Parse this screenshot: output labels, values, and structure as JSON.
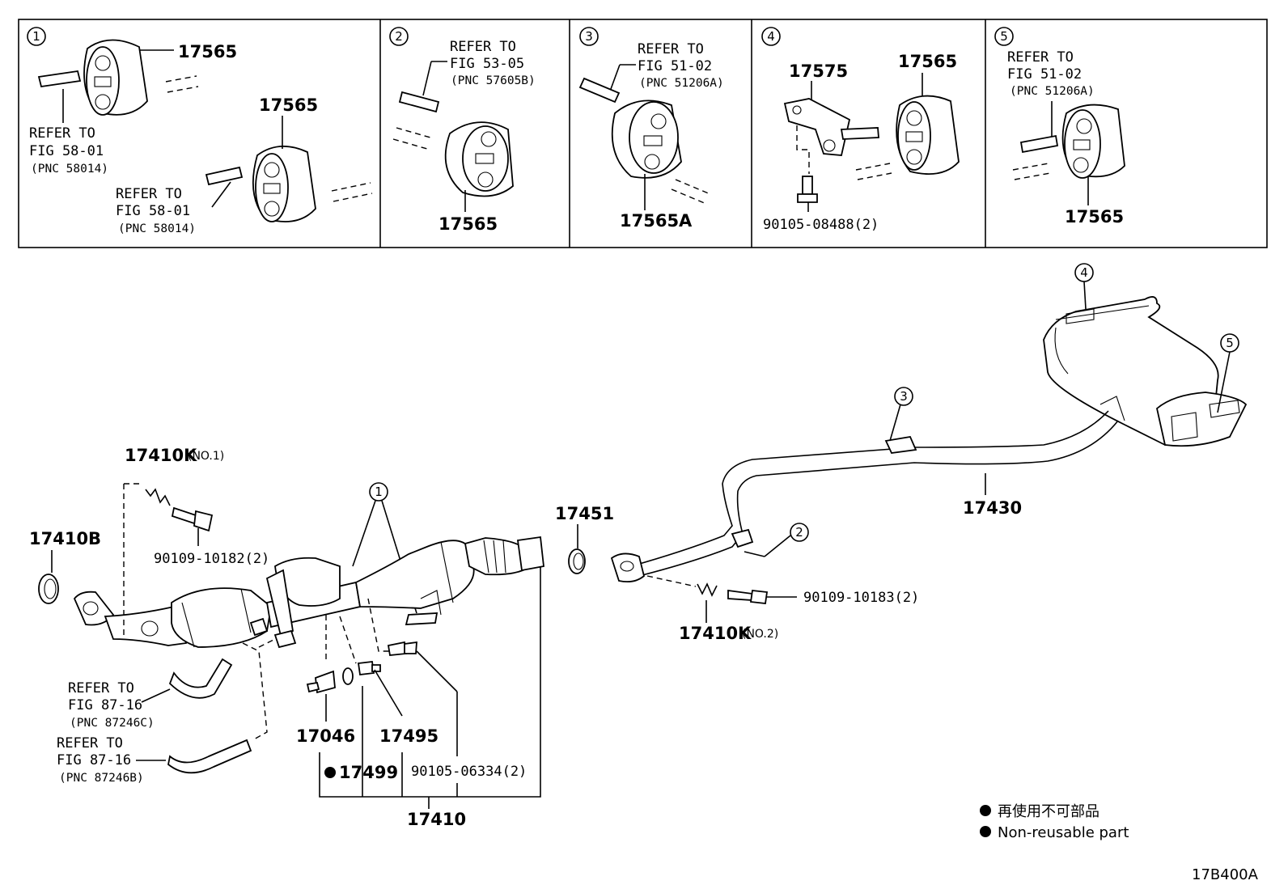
{
  "insets": [
    {
      "num": "1",
      "labels": {
        "part_a": "17565",
        "part_b": "17565",
        "ref1_a": "REFER TO",
        "ref1_b": "FIG 58-01",
        "ref1_c": "(PNC 58014)",
        "ref2_a": "REFER TO",
        "ref2_b": "FIG 58-01",
        "ref2_c": "(PNC 58014)"
      }
    },
    {
      "num": "2",
      "labels": {
        "ref_a": "REFER TO",
        "ref_b": "FIG 53-05",
        "ref_c": "(PNC 57605B)",
        "part": "17565"
      }
    },
    {
      "num": "3",
      "labels": {
        "ref_a": "REFER TO",
        "ref_b": "FIG 51-02",
        "ref_c": "(PNC 51206A)",
        "part": "17565A"
      }
    },
    {
      "num": "4",
      "labels": {
        "part_a": "17575",
        "part_b": "17565",
        "bolt": "90105-08488(2)"
      }
    },
    {
      "num": "5",
      "labels": {
        "ref_a": "REFER TO",
        "ref_b": "FIG 51-02",
        "ref_c": "(PNC 51206A)",
        "part": "17565"
      }
    }
  ],
  "callouts": [
    "1",
    "2",
    "3",
    "4",
    "5"
  ],
  "main_labels": {
    "gasket_no1": "17410K",
    "gasket_no1_sub": "(NO.1)",
    "bolt_front": "90109-10182(2)",
    "gasket_front": "17410B",
    "gasket_mid": "17451",
    "center_pipe": "17430",
    "bolt_mid": "90109-10183(2)",
    "gasket_no2": "17410K",
    "gasket_no2_sub": "(NO.2)",
    "ref_a1": "REFER TO",
    "ref_a2": "FIG 87-16",
    "ref_a3": "(PNC 87246C)",
    "ref_b1": "REFER TO",
    "ref_b2": "FIG 87-16",
    "ref_b3": "(PNC 87246B)",
    "stud": "17046",
    "gasket_sensor": "17499",
    "plug": "17495",
    "bolt_bracket": "90105-06334(2)",
    "front_pipe": "17410"
  },
  "legend": {
    "jp": "再使用不可部品",
    "en": "Non-reusable part"
  },
  "figure_code": "17B400A"
}
